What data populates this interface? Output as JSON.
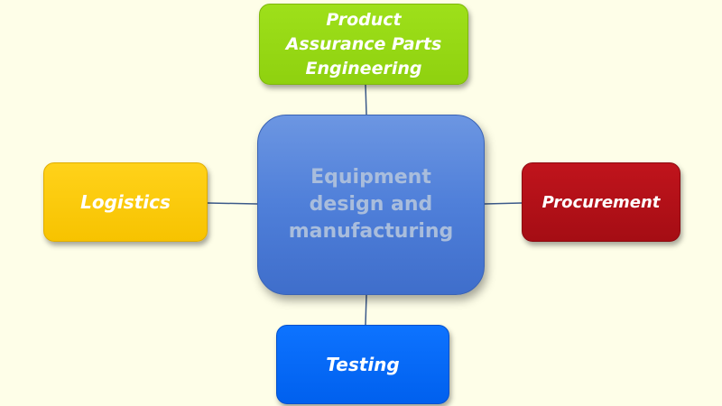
{
  "diagram": {
    "center": {
      "lines": [
        "Equipment",
        "design and",
        "manufacturing"
      ],
      "color": "#4f7fd9"
    },
    "top": {
      "lines": [
        "Product",
        "Assurance Parts",
        "Engineering"
      ],
      "color": "#8fd10f"
    },
    "left": {
      "lines": [
        "Logistics"
      ],
      "color": "#f7c300"
    },
    "right": {
      "lines": [
        "Procurement"
      ],
      "color": "#a50d14"
    },
    "bottom": {
      "lines": [
        "Testing"
      ],
      "color": "#0060ee"
    }
  }
}
